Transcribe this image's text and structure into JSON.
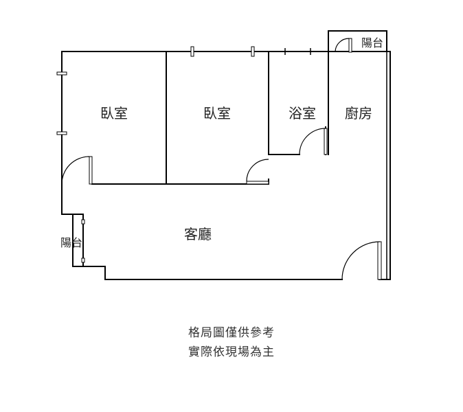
{
  "rooms": {
    "bedroom1": "臥室",
    "bedroom2": "臥室",
    "bathroom": "浴室",
    "kitchen": "廚房",
    "living_room": "客廳",
    "balcony_top": "陽台",
    "balcony_left": "陽台"
  },
  "note": {
    "line1": "格局圖僅供參考",
    "line2": "實際依現場為主"
  }
}
